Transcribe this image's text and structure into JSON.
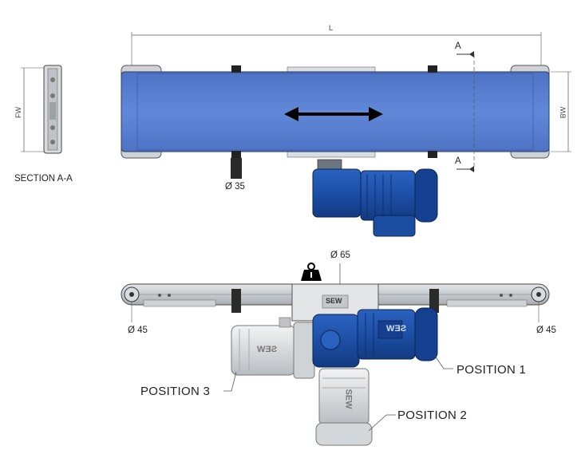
{
  "labels": {
    "section": "SECTION A-A",
    "length": "L",
    "belt_width": "BW",
    "frame_width": "FW",
    "section_mark_top": "A",
    "section_mark_bottom": "A",
    "dia_35": "Ø 35",
    "dia_65": "Ø 65",
    "dia_45_left": "Ø 45",
    "dia_45_right": "Ø 45",
    "position_1": "POSITION 1",
    "position_2": "POSITION 2",
    "position_3": "POSITION 3",
    "brand_mark": "SEW"
  },
  "colors": {
    "belt": "#5b7fcf",
    "motor_blue": "#1c4fa3",
    "motor_grey": "#d9dcdf",
    "frame": "#c8ccd0",
    "line": "#333333"
  },
  "icons": [
    "weight-icon",
    "double-arrow-icon"
  ]
}
